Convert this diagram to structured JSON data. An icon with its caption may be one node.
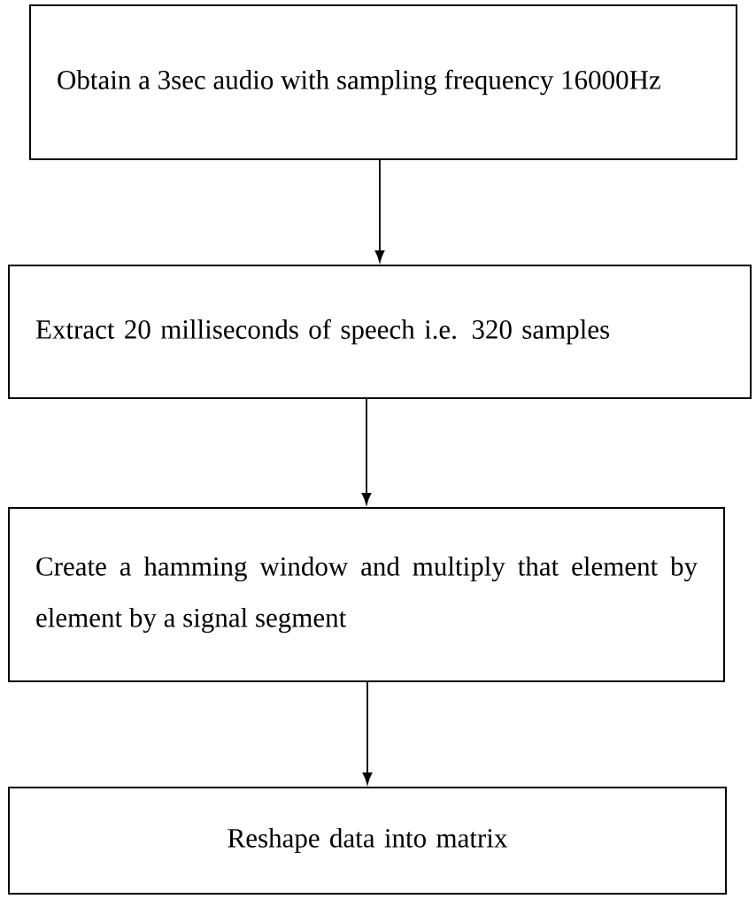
{
  "diagram": {
    "nodes": [
      {
        "text": [
          "Obtain a 3sec audio with sampling frequency 16000Hz"
        ]
      },
      {
        "text": [
          "Extract 20 milliseconds of speech i.e. 320 samples"
        ]
      },
      {
        "text": [
          "Create a hamming window and multiply that element by element by a signal segment"
        ]
      },
      {
        "text": [
          "Reshape data into matrix"
        ]
      }
    ],
    "edges": [
      {
        "from": 0,
        "to": 1,
        "arrow": "to"
      },
      {
        "from": 1,
        "to": 2,
        "arrow": "to"
      },
      {
        "from": 2,
        "to": 3,
        "arrow": "to"
      }
    ]
  }
}
